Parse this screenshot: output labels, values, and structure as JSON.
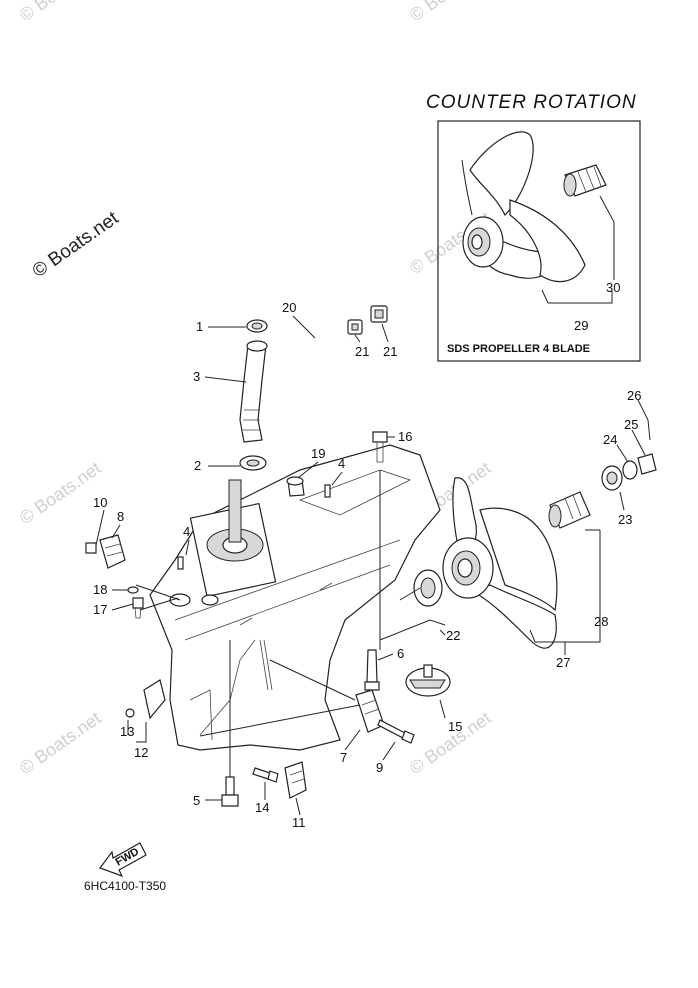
{
  "title": "COUNTER ROTATION",
  "inset_caption": "SDS PROPELLER 4 BLADE",
  "diagram_code": "6HC4100-T350",
  "fwd_label": "FWD",
  "watermark_main": "© Boats.net",
  "watermark_faint": "© Boats.net",
  "callouts": {
    "c1": "1",
    "c2": "2",
    "c3": "3",
    "c4a": "4",
    "c4b": "4",
    "c5": "5",
    "c6": "6",
    "c7": "7",
    "c8": "8",
    "c9": "9",
    "c10": "10",
    "c11": "11",
    "c12": "12",
    "c13": "13",
    "c14": "14",
    "c15": "15",
    "c16": "16",
    "c17": "17",
    "c18": "18",
    "c19": "19",
    "c20": "20",
    "c21a": "21",
    "c21b": "21",
    "c22": "22",
    "c23": "23",
    "c24": "24",
    "c25": "25",
    "c26": "26",
    "c27": "27",
    "c28": "28",
    "c29": "29",
    "c30": "30"
  }
}
